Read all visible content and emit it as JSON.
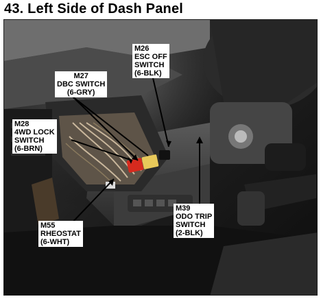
{
  "page": {
    "title": "43. Left Side of Dash Panel"
  },
  "callouts": {
    "m26": {
      "line1": "M26",
      "line2": "ESC OFF",
      "line3": "SWITCH",
      "line4": "(6-BLK)"
    },
    "m27": {
      "line1": "M27",
      "line2": "DBC SWITCH",
      "line3": "(6-GRY)"
    },
    "m28": {
      "line1": "M28",
      "line2": "4WD LOCK",
      "line3": "SWITCH",
      "line4": "(6-BRN)"
    },
    "m55": {
      "line1": "M55",
      "line2": "RHEOSTAT",
      "line3": "(6-WHT)"
    },
    "m39": {
      "line1": "M39",
      "line2": "ODO TRIP",
      "line3": "SWITCH",
      "line4": "(2-BLK)"
    }
  },
  "colors": {
    "background": "#ffffff",
    "label_bg": "#ffffff",
    "label_text": "#000000",
    "connector_red": "#d62a1e",
    "connector_yellow": "#e8c95a"
  }
}
